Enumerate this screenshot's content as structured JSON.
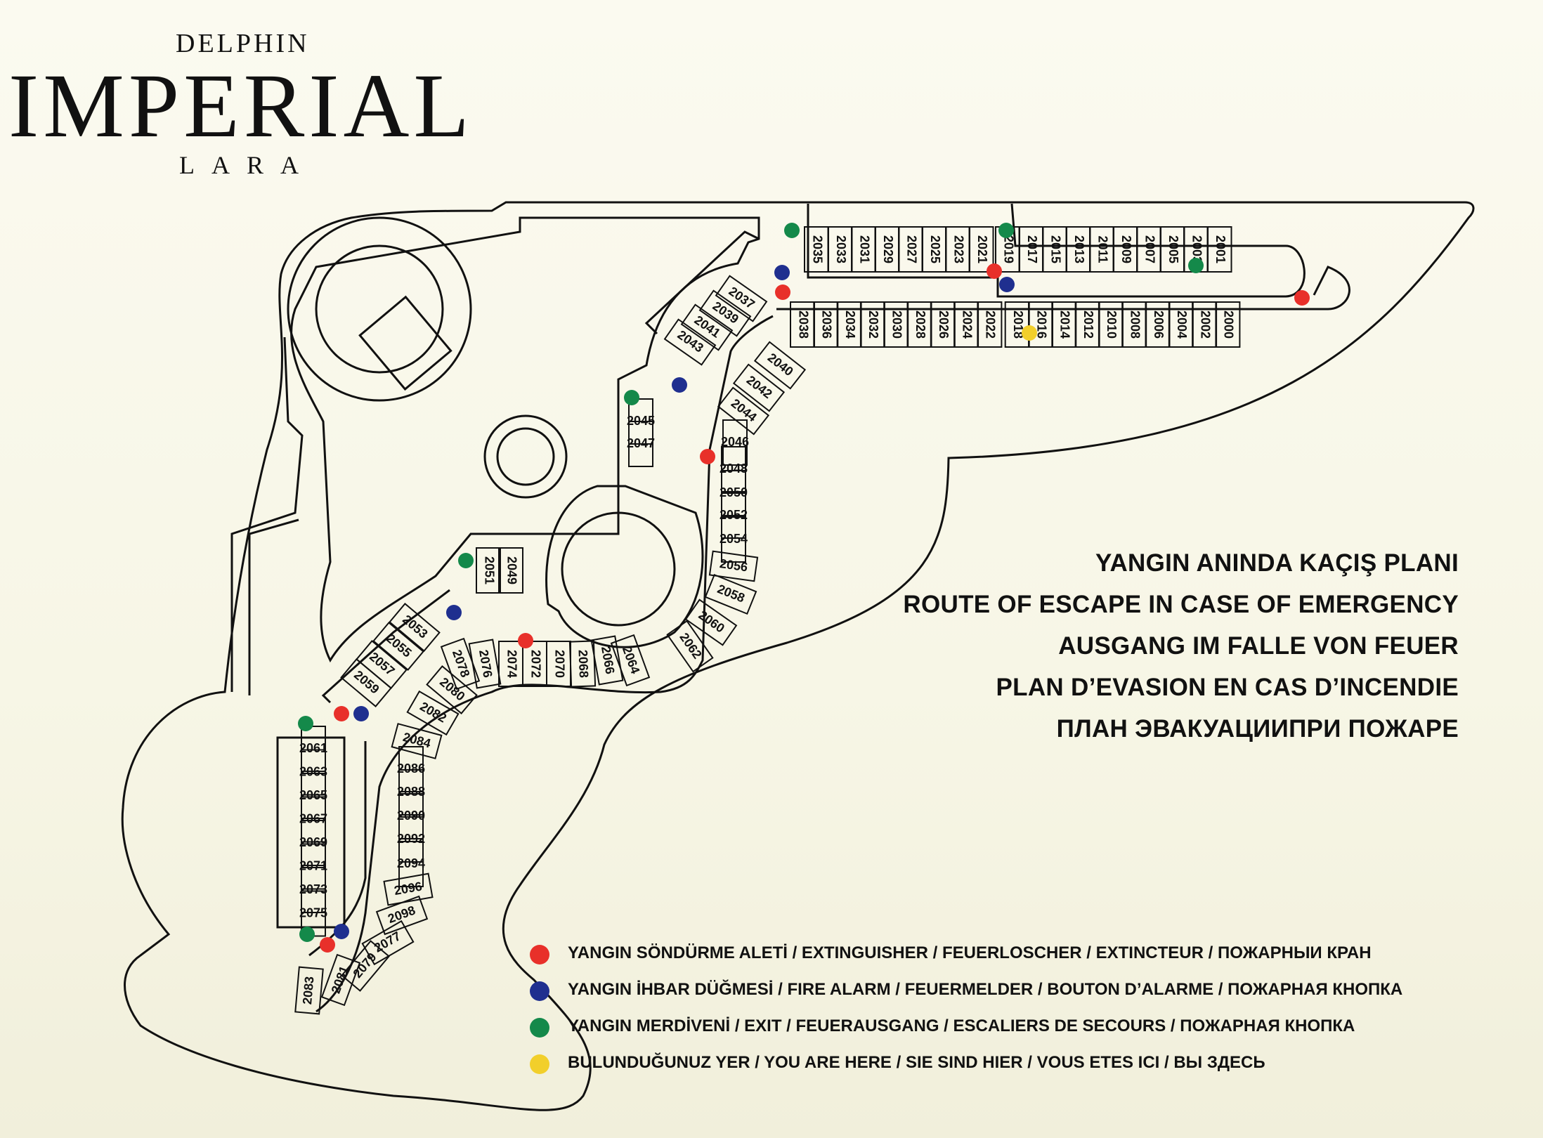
{
  "logo": {
    "brand_top": "DELPHIN",
    "brand_main": "IMPERIAL",
    "brand_bottom": "LARA"
  },
  "titles": [
    "YANGIN ANINDA KAÇIŞ PLANI",
    "ROUTE OF ESCAPE IN CASE OF EMERGENCY",
    "AUSGANG IM FALLE VON FEUER",
    "PLAN D’EVASION EN CAS D’INCENDIE",
    "ПЛАН ЭВАКУАЦИИПРИ ПОЖАРЕ"
  ],
  "legend": [
    {
      "color": "#e8302a",
      "label": "YANGIN SÖNDÜRME ALETİ / EXTINGUISHER / FEUERLOSCHER / EXTINCTEUR / ПОЖАРНЫИ КРАН"
    },
    {
      "color": "#1f2f8f",
      "label": "YANGIN İHBAR DÜĞMESİ / FIRE ALARM / FEUERMELDER / BOUTON D’ALARME / ПОЖАРНАЯ КНОПКА"
    },
    {
      "color": "#14894a",
      "label": "YANGIN MERDİVENİ / EXIT / FEUERAUSGANG / ESCALIERS DE SECOURS /  ПОЖАРНАЯ КНОПКА"
    },
    {
      "color": "#f2cf2b",
      "label": "BULUNDUĞUNUZ YER / YOU ARE HERE / SIE SIND HIER / VOUS ETES ICI / ВЫ ЗДЕСЬ"
    }
  ],
  "rooms": {
    "top_north": [
      "2035",
      "2033",
      "2031",
      "2029",
      "2027",
      "2025",
      "2023",
      "2021",
      "2019",
      "2017",
      "2015",
      "2013",
      "2011",
      "2009",
      "2007",
      "2005",
      "2003",
      "2001"
    ],
    "top_south": [
      "2038",
      "2036",
      "2034",
      "2032",
      "2030",
      "2028",
      "2026",
      "2024",
      "2022",
      "2018",
      "2016",
      "2014",
      "2012",
      "2010",
      "2008",
      "2006",
      "2004",
      "2002",
      "2000"
    ],
    "diag_upper": [
      "2037",
      "2039",
      "2041",
      "2043"
    ],
    "diag_upper_inner": [
      "2040",
      "2042",
      "2044"
    ],
    "mid_column": [
      "2046",
      "2048",
      "2050",
      "2052",
      "2054",
      "2056",
      "2058",
      "2060",
      "2062"
    ],
    "stair_block": [
      "2045",
      "2047"
    ],
    "small_block": [
      "2051",
      "2049"
    ],
    "diag_lower": [
      "2053",
      "2055",
      "2057",
      "2059"
    ],
    "lower_row": [
      "2064",
      "2066",
      "2068",
      "2070",
      "2072",
      "2074",
      "2076",
      "2078"
    ],
    "lower_curve": [
      "2080",
      "2082",
      "2084",
      "2086",
      "2088",
      "2090",
      "2092",
      "2094",
      "2096",
      "2098",
      "2077",
      "2079",
      "2081",
      "2083"
    ],
    "left_column": [
      "2061",
      "2063",
      "2065",
      "2067",
      "2069",
      "2071",
      "2073",
      "2075"
    ]
  },
  "markers": {
    "extinguisher_color": "#e8302a",
    "alarm_color": "#1f2f8f",
    "exit_color": "#14894a",
    "you_are_here_color": "#f2cf2b"
  }
}
